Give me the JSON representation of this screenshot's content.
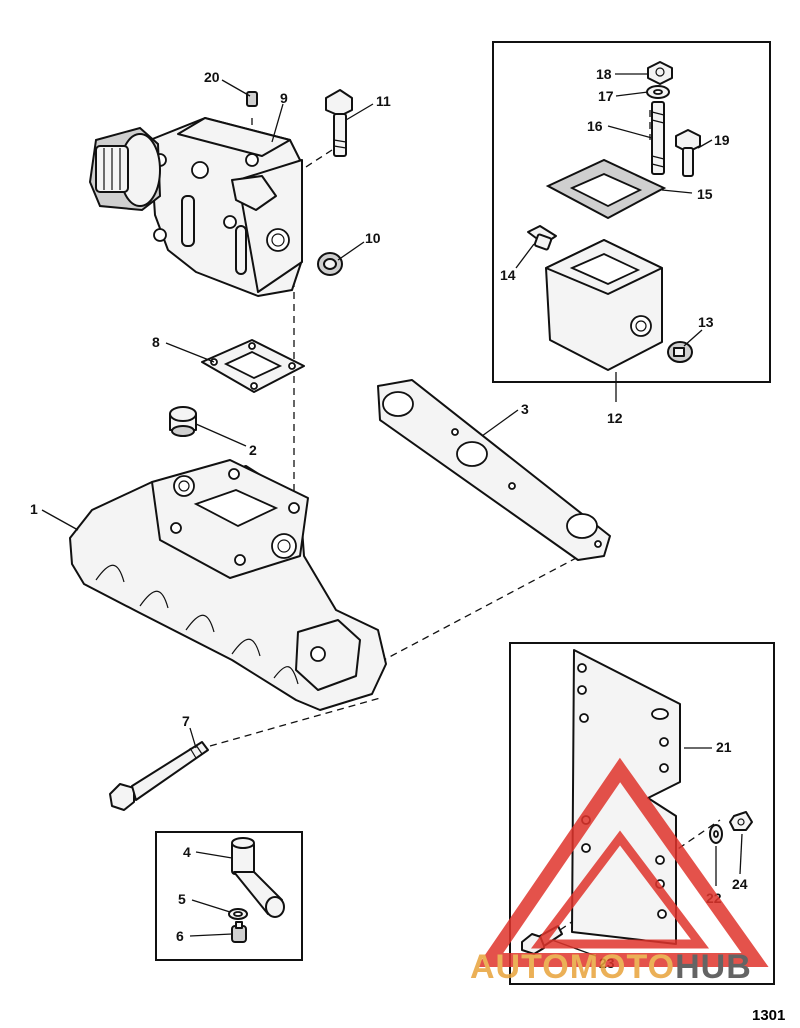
{
  "figure_number": "1301",
  "callouts": {
    "c1": "1",
    "c2": "2",
    "c3": "3",
    "c4": "4",
    "c5": "5",
    "c6": "6",
    "c7": "7",
    "c8": "8",
    "c9": "9",
    "c10": "10",
    "c11": "11",
    "c12": "12",
    "c13": "13",
    "c14": "14",
    "c15": "15",
    "c16": "16",
    "c17": "17",
    "c18": "18",
    "c19": "19",
    "c20": "20",
    "c21": "21",
    "c22": "22",
    "c23": "23",
    "c24": "24"
  },
  "watermark": {
    "part1": "AUTO",
    "part2": "MOTO",
    "part3": "HUB",
    "color_primary": "#e8a33a",
    "color_secondary": "#4a4a4a",
    "color_triangle": "#e0342c"
  }
}
